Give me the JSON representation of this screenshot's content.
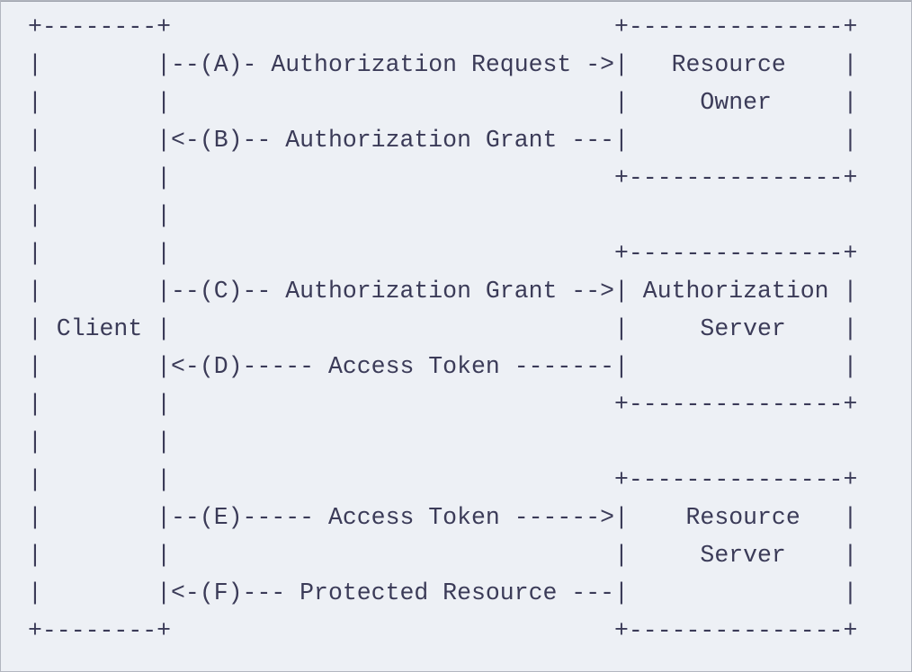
{
  "diagram": {
    "kind": "oauth2-abstract-protocol-flow",
    "entities": {
      "client": "Client",
      "resource_owner": "Resource Owner",
      "authorization_server": "Authorization Server",
      "resource_server": "Resource Server"
    },
    "flows": [
      {
        "step": "A",
        "label": "Authorization Request",
        "from": "Client",
        "to": "Resource Owner",
        "direction": "right"
      },
      {
        "step": "B",
        "label": "Authorization Grant",
        "from": "Resource Owner",
        "to": "Client",
        "direction": "left"
      },
      {
        "step": "C",
        "label": "Authorization Grant",
        "from": "Client",
        "to": "Authorization Server",
        "direction": "right"
      },
      {
        "step": "D",
        "label": "Access Token",
        "from": "Authorization Server",
        "to": "Client",
        "direction": "left"
      },
      {
        "step": "E",
        "label": "Access Token",
        "from": "Client",
        "to": "Resource Server",
        "direction": "right"
      },
      {
        "step": "F",
        "label": "Protected Resource",
        "from": "Resource Server",
        "to": "Client",
        "direction": "left"
      }
    ],
    "colors": {
      "background": "#edf0f5",
      "text": "#3b3b58",
      "border": "#b2b6bf"
    },
    "ascii_lines": [
      "+--------+                               +---------------+",
      "|        |--(A)- Authorization Request ->|   Resource    |",
      "|        |                               |     Owner     |",
      "|        |<-(B)-- Authorization Grant ---|               |",
      "|        |                               +---------------+",
      "|        |",
      "|        |                               +---------------+",
      "|        |--(C)-- Authorization Grant -->| Authorization |",
      "| Client |                               |     Server    |",
      "|        |<-(D)----- Access Token -------|               |",
      "|        |                               +---------------+",
      "|        |",
      "|        |                               +---------------+",
      "|        |--(E)----- Access Token ------>|    Resource   |",
      "|        |                               |     Server    |",
      "|        |<-(F)--- Protected Resource ---|               |",
      "+--------+                               +---------------+"
    ]
  }
}
